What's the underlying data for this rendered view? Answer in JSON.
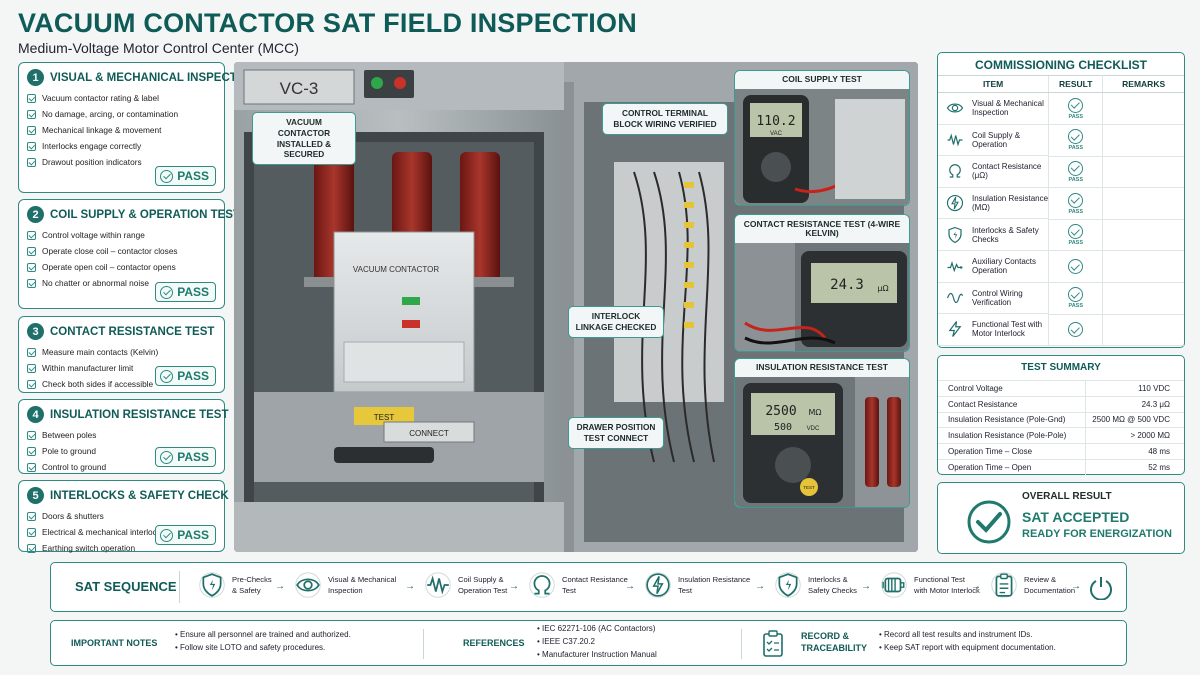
{
  "header": {
    "title": "VACUUM CONTACTOR SAT FIELD INSPECTION",
    "subtitle": "Medium-Voltage Motor Control Center (MCC)"
  },
  "steps": [
    {
      "num": "1",
      "title": "VISUAL & MECHANICAL INSPECTION",
      "items": [
        "Vacuum contactor rating & label",
        "No damage, arcing, or contamination",
        "Mechanical linkage & movement",
        "Interlocks engage correctly",
        "Drawout position indicators"
      ],
      "result": "PASS"
    },
    {
      "num": "2",
      "title": "COIL SUPPLY & OPERATION TEST",
      "items": [
        "Control voltage within range",
        "Operate close coil – contactor closes",
        "Operate open coil – contactor opens",
        "No chatter or abnormal noise"
      ],
      "result": "PASS"
    },
    {
      "num": "3",
      "title": "CONTACT RESISTANCE TEST",
      "items": [
        "Measure main contacts (Kelvin)",
        "Within manufacturer limit",
        "Check both sides if accessible"
      ],
      "result": "PASS"
    },
    {
      "num": "4",
      "title": "INSULATION RESISTANCE TEST",
      "items": [
        "Between poles",
        "Pole to ground",
        "Control to ground"
      ],
      "result": "PASS"
    },
    {
      "num": "5",
      "title": "INTERLOCKS & SAFETY CHECK",
      "items": [
        "Doors & shutters",
        "Electrical & mechanical interlocks",
        "Earthing switch operation"
      ],
      "result": "PASS"
    }
  ],
  "photo": {
    "panel_tag": "VC-3",
    "contactor_label": "VACUUM CONTACTOR",
    "drawer_test": "TEST",
    "drawer_connect": "CONNECT",
    "callouts": {
      "installed": "VACUUM CONTACTOR INSTALLED & SECURED",
      "terminal": "CONTROL TERMINAL BLOCK WIRING VERIFIED",
      "interlock": "INTERLOCK LINKAGE CHECKED",
      "drawer": "DRAWER POSITION TEST CONNECT"
    },
    "insets": {
      "coil": {
        "title": "COIL SUPPLY TEST",
        "reading": "110.2",
        "unit": "VAC"
      },
      "contact": {
        "title": "CONTACT RESISTANCE TEST (4-WIRE KELVIN)",
        "reading": "24.3",
        "unit": "μΩ"
      },
      "insulation": {
        "title": "INSULATION RESISTANCE TEST",
        "reading": "2500",
        "unit": "MΩ",
        "reading2": "500",
        "unit2": "VDC",
        "button": "TEST"
      }
    }
  },
  "checklist": {
    "title": "COMMISSIONING CHECKLIST",
    "col_item": "ITEM",
    "col_result": "RESULT",
    "col_remarks": "REMARKS",
    "rows": [
      {
        "item": "Visual & Mechanical Inspection",
        "result": "PASS",
        "icon": "eye-icon"
      },
      {
        "item": "Coil Supply & Operation",
        "result": "PASS",
        "icon": "waveform-icon"
      },
      {
        "item": "Contact Resistance (μΩ)",
        "result": "PASS",
        "icon": "omega-icon"
      },
      {
        "item": "Insulation Resistance (MΩ)",
        "result": "PASS",
        "icon": "lightning-icon"
      },
      {
        "item": "Interlocks & Safety Checks",
        "result": "PASS",
        "icon": "shield-icon"
      },
      {
        "item": "Auxiliary Contacts Operation",
        "result": "",
        "icon": "pulse-icon"
      },
      {
        "item": "Control Wiring Verification",
        "result": "PASS",
        "icon": "wave-icon"
      },
      {
        "item": "Functional Test with Motor Interlock",
        "result": "",
        "icon": "bolt-icon"
      }
    ]
  },
  "summary": {
    "title": "TEST SUMMARY",
    "rows": [
      {
        "k": "Control Voltage",
        "v": "110 VDC"
      },
      {
        "k": "Contact Resistance",
        "v": "24.3 μΩ"
      },
      {
        "k": "Insulation Resistance (Pole-Gnd)",
        "v": "2500 MΩ @ 500 VDC"
      },
      {
        "k": "Insulation Resistance (Pole-Pole)",
        "v": "> 2000 MΩ"
      },
      {
        "k": "Operation Time – Close",
        "v": "48 ms"
      },
      {
        "k": "Operation Time – Open",
        "v": "52 ms"
      }
    ]
  },
  "overall": {
    "title": "OVERALL RESULT",
    "line1": "SAT ACCEPTED",
    "line2": "READY FOR ENERGIZATION"
  },
  "sequence": {
    "title": "SAT SEQUENCE",
    "steps": [
      {
        "l1": "Pre-Checks",
        "l2": "& Safety",
        "icon": "shield-icon"
      },
      {
        "l1": "Visual & Mechanical",
        "l2": "Inspection",
        "icon": "eye-icon"
      },
      {
        "l1": "Coil Supply &",
        "l2": "Operation Test",
        "icon": "waveform-icon"
      },
      {
        "l1": "Contact Resistance",
        "l2": "Test",
        "icon": "omega-icon"
      },
      {
        "l1": "Insulation Resistance",
        "l2": "Test",
        "icon": "lightning-icon"
      },
      {
        "l1": "Interlocks &",
        "l2": "Safety Checks",
        "icon": "shield-icon"
      },
      {
        "l1": "Functional Test",
        "l2": "with Motor Interlock",
        "icon": "motor-icon"
      },
      {
        "l1": "Review &",
        "l2": "Documentation",
        "icon": "clipboard-icon"
      }
    ],
    "end_icon": "power-icon"
  },
  "notes": {
    "important_title": "IMPORTANT NOTES",
    "important": [
      "• Ensure all personnel are trained and authorized.",
      "• Follow site LOTO and safety procedures."
    ],
    "references_title": "REFERENCES",
    "references": [
      "• IEC 62271-106 (AC Contactors)",
      "• IEEE C37.20.2",
      "• Manufacturer Instruction Manual"
    ],
    "record_title_1": "RECORD &",
    "record_title_2": "TRACEABILITY",
    "record": [
      "• Record all test results and instrument IDs.",
      "• Keep SAT report with equipment documentation."
    ]
  }
}
